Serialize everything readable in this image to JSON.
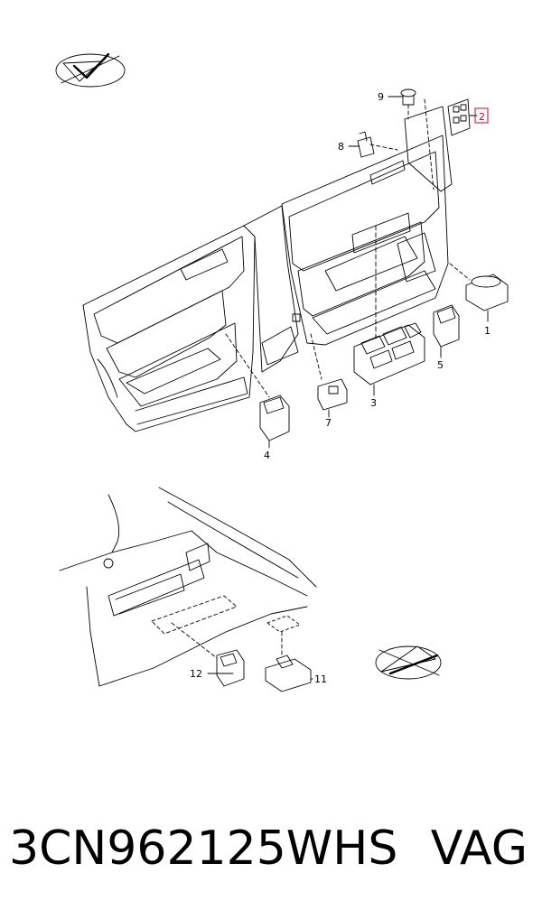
{
  "diagram": {
    "callouts": {
      "c1": "1",
      "c2": "2",
      "c3": "3",
      "c4": "4",
      "c5": "5",
      "c6": "7",
      "c8": "8",
      "c9": "9",
      "c11": "11",
      "c12": "12"
    },
    "highlight_color": "#d0021b",
    "line_color": "#000000"
  },
  "footer": {
    "part_number": "3CN962125WHS",
    "brand": "VAG"
  }
}
